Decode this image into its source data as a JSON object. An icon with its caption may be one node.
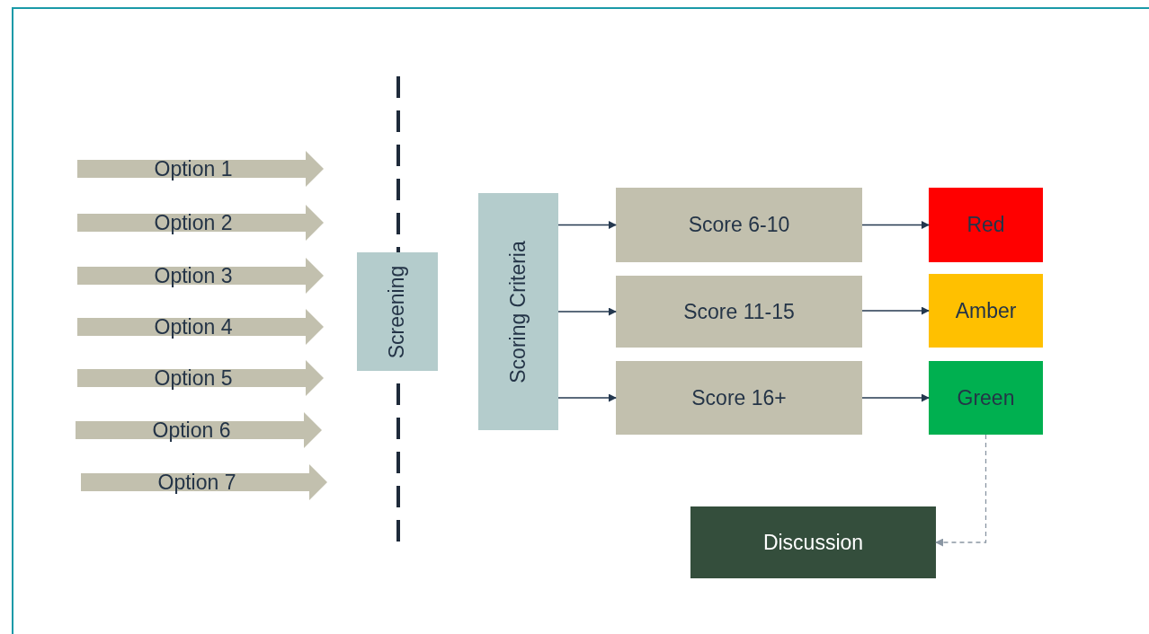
{
  "diagram": {
    "nodes": [
      {
        "text": [
          "Option 1"
        ]
      },
      {
        "text": [
          "Option 2"
        ]
      },
      {
        "text": [
          "Option 3"
        ]
      },
      {
        "text": [
          "Option 4"
        ]
      },
      {
        "text": [
          "Option 5"
        ]
      },
      {
        "text": [
          "Option 6"
        ]
      },
      {
        "text": [
          "Option 7"
        ]
      },
      {
        "text": [
          "Screening"
        ]
      },
      {
        "text": [
          "Scoring Criteria"
        ]
      },
      {
        "text": [
          "Score 6-10"
        ]
      },
      {
        "text": [
          "Score 11-15"
        ]
      },
      {
        "text": [
          "Score 16+"
        ]
      },
      {
        "text": [
          "Red"
        ]
      },
      {
        "text": [
          "Amber"
        ]
      },
      {
        "text": [
          "Green"
        ]
      },
      {
        "text": [
          "Discussion"
        ]
      }
    ],
    "edges": [
      {
        "from": 8,
        "to": 9,
        "arrow": "to"
      },
      {
        "from": 8,
        "to": 10,
        "arrow": "to"
      },
      {
        "from": 8,
        "to": 11,
        "arrow": "to"
      },
      {
        "from": 9,
        "to": 12,
        "arrow": "to"
      },
      {
        "from": 10,
        "to": 13,
        "arrow": "to"
      },
      {
        "from": 11,
        "to": 14,
        "arrow": "to"
      },
      {
        "from": 14,
        "to": 15,
        "arrow": "to",
        "style": "dashed",
        "color": "#8a96a3"
      }
    ]
  }
}
